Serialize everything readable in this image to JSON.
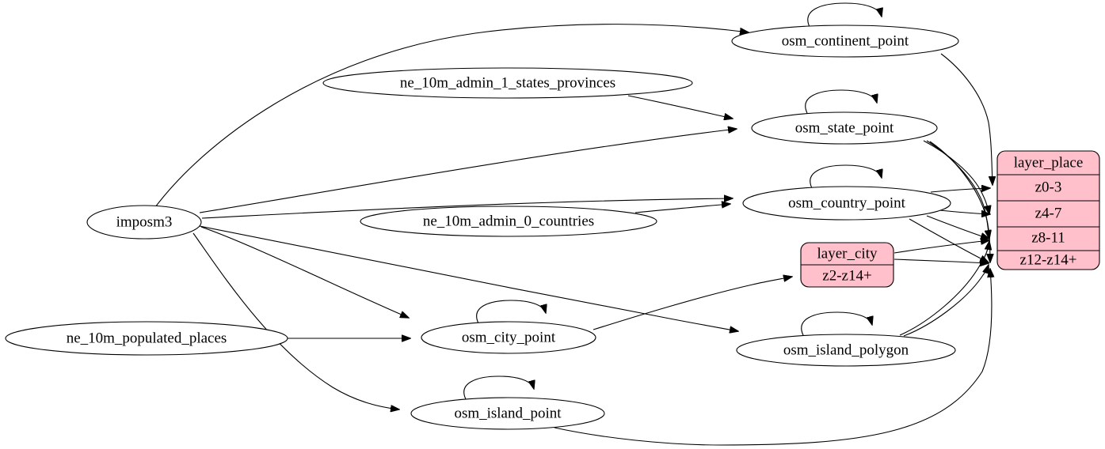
{
  "diagram": {
    "type": "directed-graph",
    "title": "",
    "background_color": "#ffffff",
    "node_fill_default": "#ffffff",
    "highlight_fill": "#ffc0cb",
    "edge_color": "#000000"
  },
  "nodes": {
    "imposm3": {
      "label": "imposm3",
      "shape": "ellipse"
    },
    "ne_states": {
      "label": "ne_10m_admin_1_states_provinces",
      "shape": "ellipse"
    },
    "ne_countries": {
      "label": "ne_10m_admin_0_countries",
      "shape": "ellipse"
    },
    "ne_places": {
      "label": "ne_10m_populated_places",
      "shape": "ellipse"
    },
    "osm_continent_point": {
      "label": "osm_continent_point",
      "shape": "ellipse"
    },
    "osm_state_point": {
      "label": "osm_state_point",
      "shape": "ellipse"
    },
    "osm_country_point": {
      "label": "osm_country_point",
      "shape": "ellipse"
    },
    "osm_city_point": {
      "label": "osm_city_point",
      "shape": "ellipse"
    },
    "osm_island_point": {
      "label": "osm_island_point",
      "shape": "ellipse"
    },
    "osm_island_polygon": {
      "label": "osm_island_polygon",
      "shape": "ellipse"
    }
  },
  "records": {
    "layer_place": {
      "title": "layer_place",
      "fill": "#ffc0cb",
      "rows": [
        {
          "label": "z0-3"
        },
        {
          "label": "z4-7"
        },
        {
          "label": "z8-11"
        },
        {
          "label": "z12-z14+"
        }
      ]
    },
    "layer_city": {
      "title": "layer_city",
      "fill": "#ffc0cb",
      "rows": [
        {
          "label": "z2-z14+"
        }
      ]
    }
  },
  "edges": [
    {
      "from": "imposm3",
      "to": "osm_continent_point"
    },
    {
      "from": "imposm3",
      "to": "osm_state_point"
    },
    {
      "from": "imposm3",
      "to": "osm_country_point"
    },
    {
      "from": "imposm3",
      "to": "osm_city_point"
    },
    {
      "from": "imposm3",
      "to": "osm_island_point"
    },
    {
      "from": "imposm3",
      "to": "osm_island_polygon"
    },
    {
      "from": "ne_states",
      "to": "osm_state_point"
    },
    {
      "from": "ne_countries",
      "to": "osm_country_point"
    },
    {
      "from": "ne_places",
      "to": "osm_city_point"
    },
    {
      "from": "osm_continent_point",
      "to": "osm_continent_point"
    },
    {
      "from": "osm_state_point",
      "to": "osm_state_point"
    },
    {
      "from": "osm_country_point",
      "to": "osm_country_point"
    },
    {
      "from": "osm_city_point",
      "to": "osm_city_point"
    },
    {
      "from": "osm_island_point",
      "to": "osm_island_point"
    },
    {
      "from": "osm_island_polygon",
      "to": "osm_island_polygon"
    },
    {
      "from": "osm_continent_point",
      "to": "layer_place.z0-3"
    },
    {
      "from": "osm_state_point",
      "to": "layer_place.z4-7"
    },
    {
      "from": "osm_state_point",
      "to": "layer_place.z8-11"
    },
    {
      "from": "osm_state_point",
      "to": "layer_place.z12-z14+"
    },
    {
      "from": "osm_country_point",
      "to": "layer_place.z0-3"
    },
    {
      "from": "osm_country_point",
      "to": "layer_place.z4-7"
    },
    {
      "from": "osm_country_point",
      "to": "layer_place.z8-11"
    },
    {
      "from": "osm_country_point",
      "to": "layer_place.z12-z14+"
    },
    {
      "from": "osm_city_point",
      "to": "layer_city.z2-z14+"
    },
    {
      "from": "layer_city",
      "to": "layer_place.z8-11"
    },
    {
      "from": "layer_city",
      "to": "layer_place.z12-z14+"
    },
    {
      "from": "osm_island_polygon",
      "to": "layer_place.z8-11"
    },
    {
      "from": "osm_island_polygon",
      "to": "layer_place.z12-z14+"
    },
    {
      "from": "osm_island_point",
      "to": "layer_place.z12-z14+"
    }
  ]
}
